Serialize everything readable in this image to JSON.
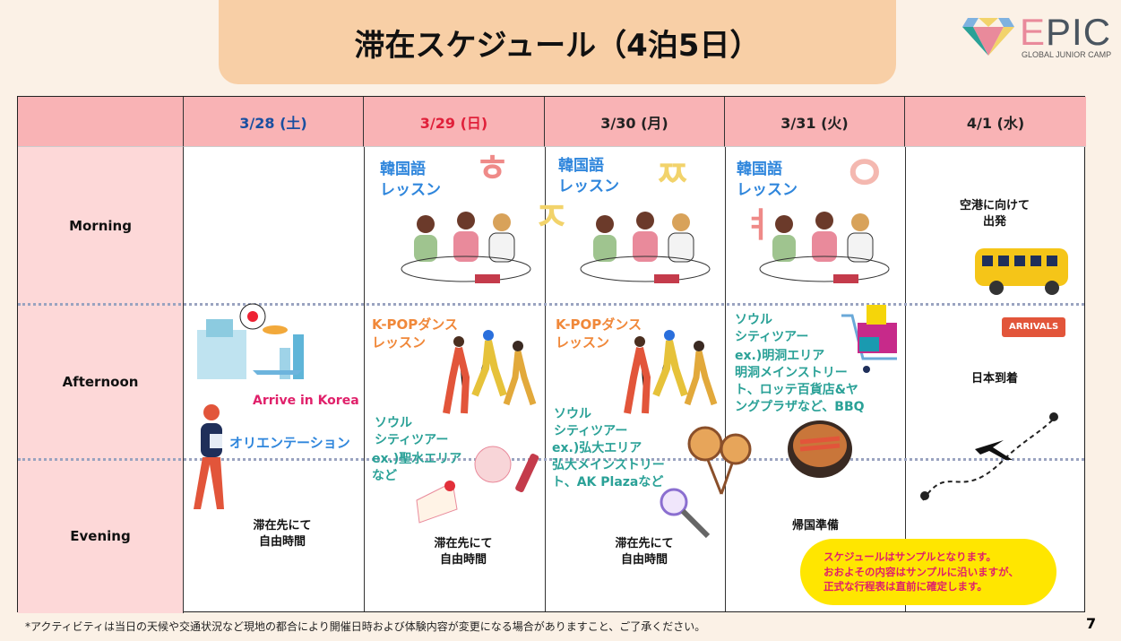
{
  "title": "滞在スケジュール（4泊5日）",
  "logo": {
    "word": "EPIC",
    "sub": "GLOBAL JUNIOR CAMP"
  },
  "days": [
    "3/28 (土)",
    "3/29 (日)",
    "3/30 (月)",
    "3/31 (火)",
    "4/1 (水)"
  ],
  "day_colors": [
    "#1a4fa0",
    "#e0203a",
    "#222222",
    "#222222",
    "#222222"
  ],
  "rows": [
    "Morning",
    "Afternoon",
    "Evening"
  ],
  "cells": {
    "d1": {
      "arrive": "Arrive in Korea",
      "orientation": "オリエンテーション",
      "evening": [
        "滞在先にて",
        "自由時間"
      ]
    },
    "d2": {
      "lesson": [
        "韓国語",
        "レッスン"
      ],
      "kpop": [
        "K-POPダンス",
        "レッスン"
      ],
      "tour": [
        "ソウル",
        "シティツアー"
      ],
      "ex": [
        "ex.)聖水エリア",
        "など"
      ],
      "evening": [
        "滞在先にて",
        "自由時間"
      ]
    },
    "d3": {
      "lesson": [
        "韓国語",
        "レッスン"
      ],
      "kpop": [
        "K-POPダンス",
        "レッスン"
      ],
      "tour": [
        "ソウル",
        "シティツアー"
      ],
      "ex": [
        "ex.)弘大エリア",
        "弘大メインストリー",
        "ト、AK Plazaなど"
      ],
      "evening": [
        "滞在先にて",
        "自由時間"
      ]
    },
    "d4": {
      "lesson": [
        "韓国語",
        "レッスン"
      ],
      "tour": [
        "ソウル",
        "シティツアー"
      ],
      "ex": [
        "ex.)明洞エリア",
        "明洞メインストリー",
        "ト、ロッテ百貨店&ヤ",
        "ングプラザなど、BBQ"
      ],
      "evening": "帰国準備"
    },
    "d5": {
      "morning": [
        "空港に向けて",
        "出発"
      ],
      "arrivals": "ARRIVALS",
      "afternoon": "日本到着"
    }
  },
  "note": [
    "スケジュールはサンプルとなります。",
    "おおよその内容はサンプルに沿いますが、",
    "正式な行程表は直前に確定します。"
  ],
  "footnote": "*アクティビティは当日の天候や交通状況など現地の都合により開催日時および体験内容が変更になる場合がありますこと、ご了承ください。",
  "page": "7",
  "colors": {
    "header": "#f9b3b5",
    "label": "#fdd8d8",
    "background": "#fbf1e6",
    "title": "#f8cfa6",
    "note": "#ffe600"
  }
}
